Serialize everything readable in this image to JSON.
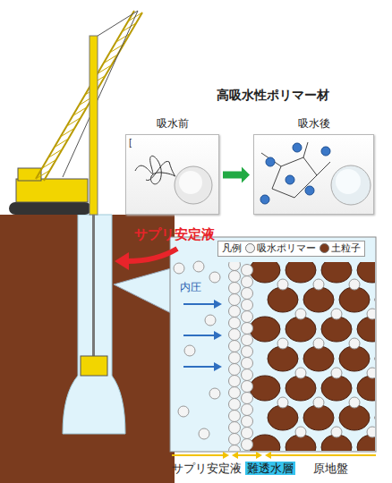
{
  "diagram": {
    "title": "高吸水性ポリマー材",
    "nodes": [
      {
        "text": [
          "吸水前"
        ]
      },
      {
        "text": [
          "吸水後"
        ]
      }
    ],
    "edges": [
      {
        "from": 0,
        "to": 1,
        "arrow": "to"
      }
    ],
    "labels": [
      "[",
      "サプリ安定液",
      "凡例",
      "内圧",
      "サプリ安定液",
      "難透水層",
      "原地盤"
    ],
    "legend": [
      {
        "text": "吸水ポリマー",
        "color": "#f2f2f2"
      },
      {
        "text": "土粒子",
        "color": "#7b3a1c"
      }
    ]
  }
}
